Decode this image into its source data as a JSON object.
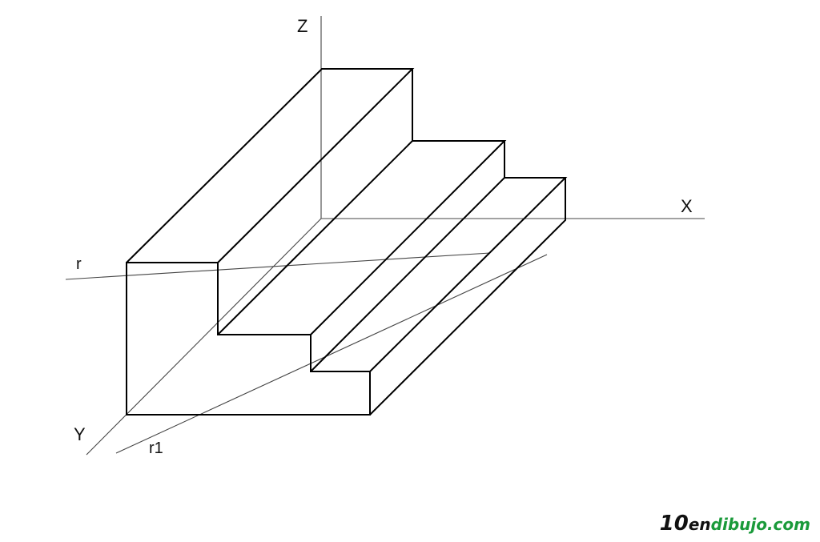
{
  "axes": {
    "x": "X",
    "y": "Y",
    "z": "Z"
  },
  "lines": {
    "r": "r",
    "r1": "r1"
  },
  "watermark": {
    "number": "10",
    "part_en": "en",
    "part_rest": "dibujo.com",
    "colors": {
      "number": "#111111",
      "en": "#111111",
      "rest": "#1a9a3a"
    }
  },
  "colors": {
    "stroke": "#000000",
    "background": "#ffffff"
  }
}
